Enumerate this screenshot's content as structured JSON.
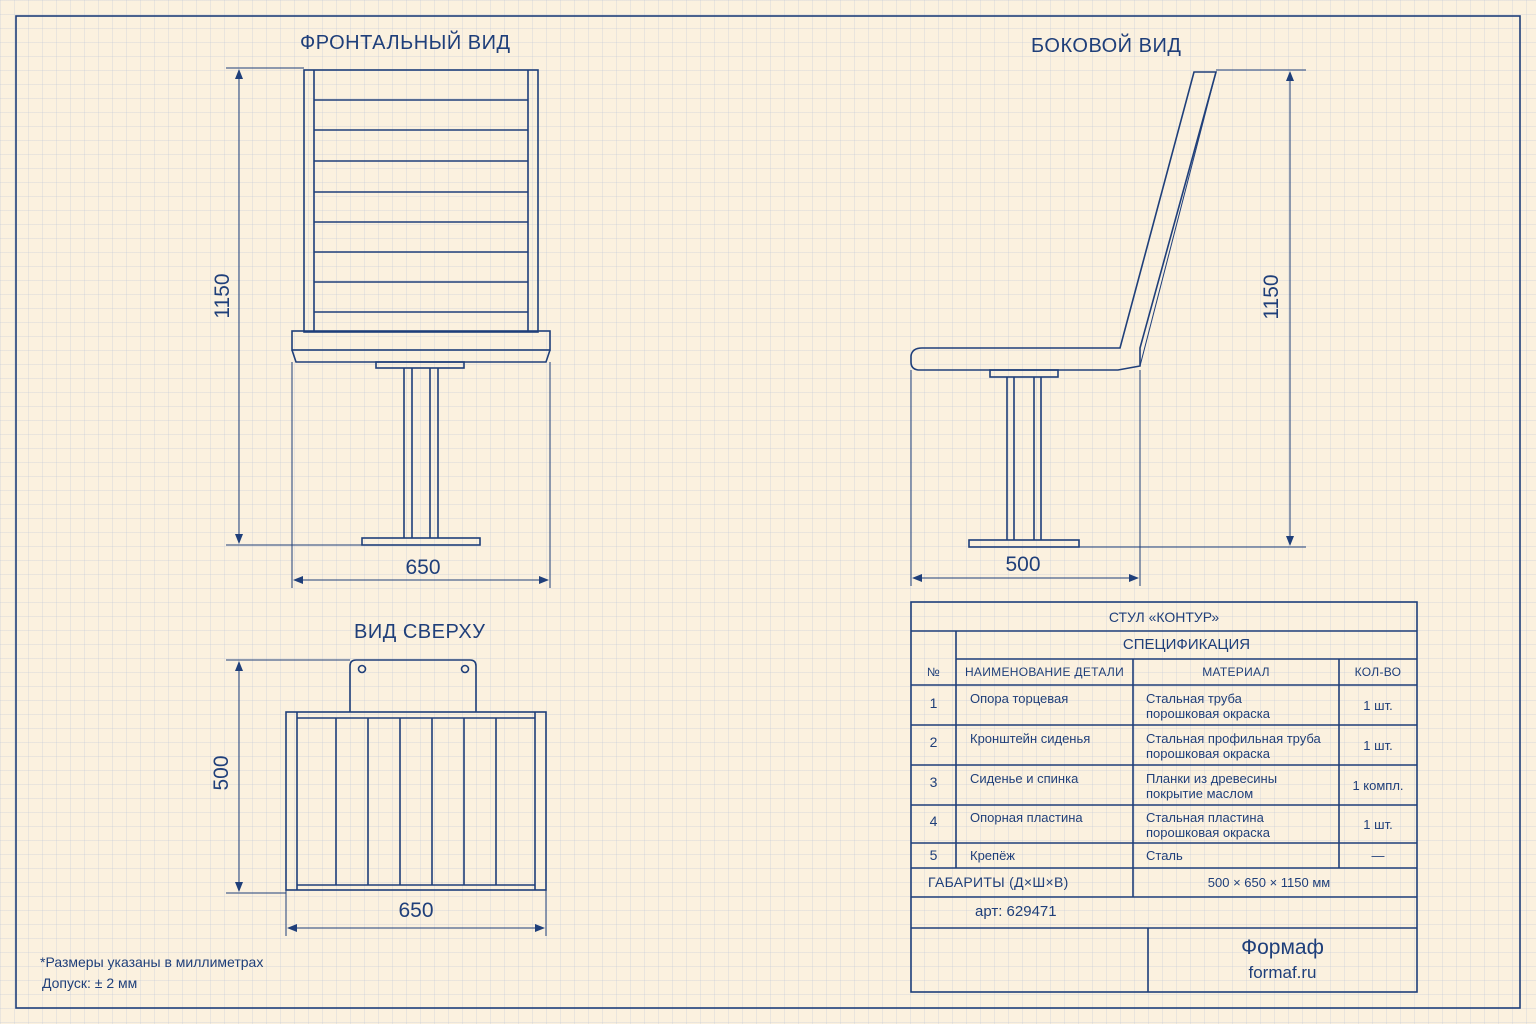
{
  "views": {
    "front_title": "ФРОНТАЛЬНЫЙ ВИД",
    "side_title": "БОКОВОЙ ВИД",
    "top_title": "ВИД СВЕРХУ"
  },
  "dimensions": {
    "front_height": "1150",
    "front_width": "650",
    "side_height": "1150",
    "side_depth": "500",
    "top_depth": "500",
    "top_width": "650"
  },
  "table": {
    "product": "СТУЛ «КОНТУР»",
    "section": "СПЕЦИФИКАЦИЯ",
    "headers": {
      "num": "№",
      "name": "НАИМЕНОВАНИЕ ДЕТАЛИ",
      "material": "МАТЕРИАЛ",
      "qty": "КОЛ-ВО"
    },
    "rows": [
      {
        "num": "1",
        "name": "Опора торцевая",
        "material_1": "Стальная труба",
        "material_2": "порошковая окраска",
        "qty": "1 шт."
      },
      {
        "num": "2",
        "name": "Кронштейн сиденья",
        "material_1": "Стальная профильная труба",
        "material_2": "порошковая окраска",
        "qty": "1 шт."
      },
      {
        "num": "3",
        "name": "Сиденье и спинка",
        "material_1": "Планки из древесины",
        "material_2": "покрытие маслом",
        "qty": "1 компл."
      },
      {
        "num": "4",
        "name": "Опорная пластина",
        "material_1": "Стальная пластина",
        "material_2": "порошковая окраска",
        "qty": "1 шт."
      },
      {
        "num": "5",
        "name": "Крепёж",
        "material_1": "Сталь",
        "material_2": "",
        "qty": "—"
      }
    ],
    "overall_label": "ГАБАРИТЫ (Д×Ш×В)",
    "overall_value": "500 × 650 × 1150 мм",
    "article": "арт: 629471",
    "brand": "Формаф",
    "site": "formaf.ru"
  },
  "notes": {
    "line1": "*Размеры указаны в миллиметрах",
    "line2": "Допуск: ± 2 мм"
  },
  "colors": {
    "ink": "#1f3f7a",
    "paper": "#fbf1df"
  }
}
